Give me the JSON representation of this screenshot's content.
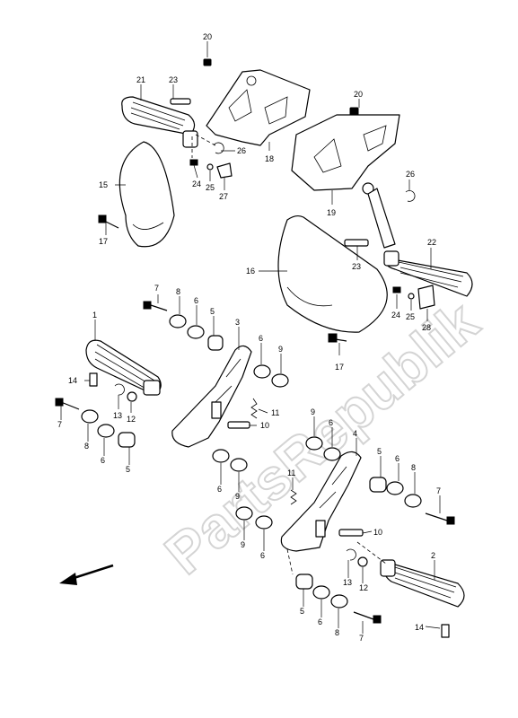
{
  "watermark": "PartsRepublik",
  "callouts": {
    "c20a": "20",
    "c21": "21",
    "c23a": "23",
    "c26a": "26",
    "c18": "18",
    "c15": "15",
    "c24a": "24",
    "c25a": "25",
    "c27": "27",
    "c17a": "17",
    "c20b": "20",
    "c26b": "26",
    "c19": "19",
    "c22": "22",
    "c23b": "23",
    "c16": "16",
    "c24b": "24",
    "c25b": "25",
    "c28": "28",
    "c17b": "17",
    "c7a": "7",
    "c8a": "8",
    "c6a": "6",
    "c5a": "5",
    "c3": "3",
    "c6b": "6",
    "c9a": "9",
    "c1": "1",
    "c14a": "14",
    "c13a": "13",
    "c12a": "12",
    "c11a": "11",
    "c10a": "10",
    "c7b": "7",
    "c8b": "8",
    "c6c": "6",
    "c5b": "5",
    "c6d": "6",
    "c9b": "9",
    "c9c": "9",
    "c6e": "6",
    "c4": "4",
    "c5c": "5",
    "c6f": "6",
    "c8c": "8",
    "c7c": "7",
    "c11b": "11",
    "c10b": "10",
    "c9d": "9",
    "c6g": "6",
    "c13b": "13",
    "c12b": "12",
    "c2": "2",
    "c5d": "5",
    "c6h": "6",
    "c8d": "8",
    "c7d": "7",
    "c14b": "14"
  }
}
